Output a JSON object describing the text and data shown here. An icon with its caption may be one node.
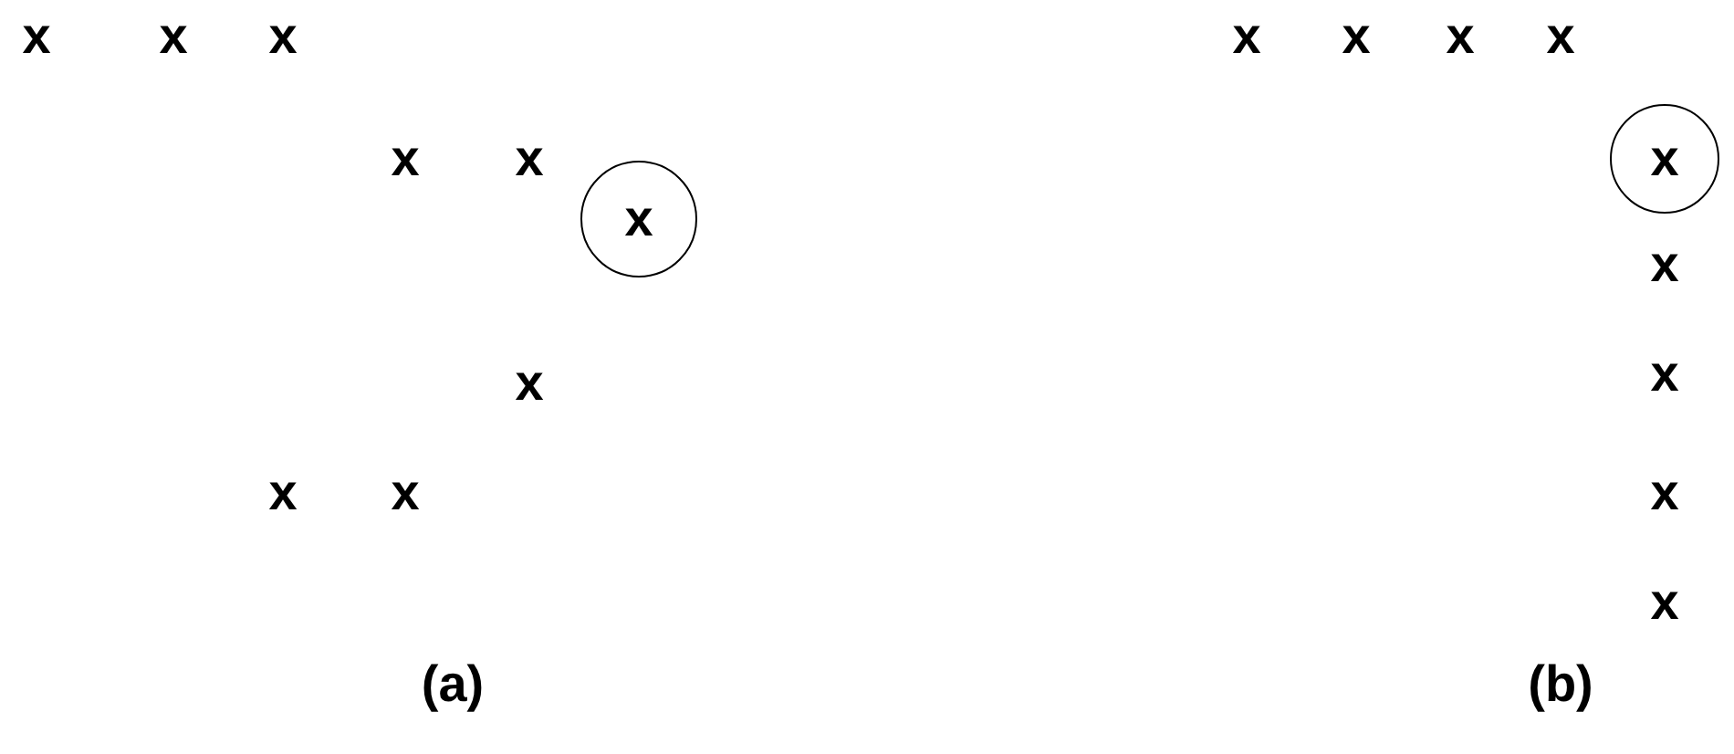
{
  "diagram": {
    "nodes": [
      {
        "text": [
          "x"
        ]
      },
      {
        "text": [
          "x"
        ]
      }
    ],
    "labels": [
      "x",
      "x",
      "x",
      "x",
      "x",
      "x",
      "x",
      "x",
      "x",
      "x",
      "x",
      "x",
      "x",
      "x",
      "x",
      "x",
      "(a)",
      "(b)"
    ]
  }
}
